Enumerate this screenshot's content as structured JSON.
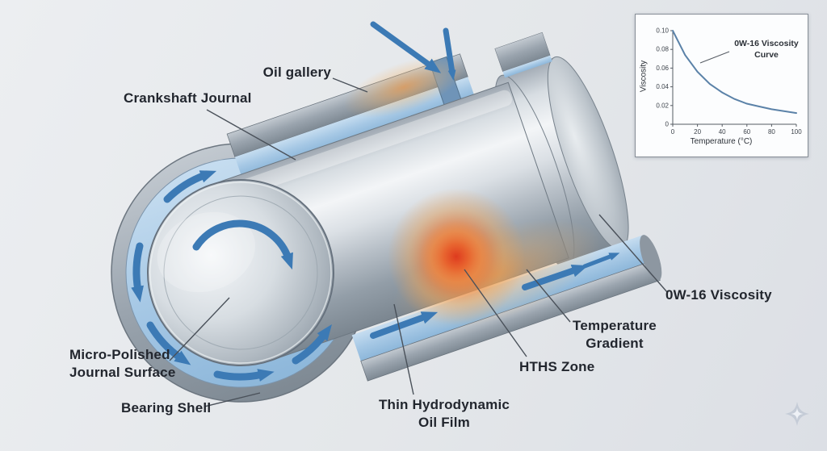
{
  "diagram": {
    "title_semantic": "Crankshaft journal bearing lubrication diagram",
    "labels": {
      "oil_gallery": "Oil gallery",
      "crankshaft_journal": "Crankshaft Journal",
      "micro_polished_1": "Micro-Polished",
      "micro_polished_2": "Journal Surface",
      "bearing_shell": "Bearing Shell",
      "oil_film_1": "Thin Hydrodynamic",
      "oil_film_2": "Oil Film",
      "hths_zone": "HTHS Zone",
      "temp_gradient_1": "Temperature",
      "temp_gradient_2": "Gradient",
      "viscosity": "0W-16 Viscosity"
    },
    "colors": {
      "background": "#e4e7ea",
      "oil_arrow_blue": "#3c7ab5",
      "oil_film_blue": "#a6c8e5",
      "hot_core_red": "#de3a1e",
      "warm_orange": "#f49c48",
      "metal_gray": "#c4ccd3",
      "shell_gray": "#9aa4ae",
      "panel_border": "#868d96",
      "curve_blue": "#5b82a8"
    }
  },
  "chart_data": {
    "type": "line",
    "title": "",
    "xlabel": "Temperature (°C)",
    "ylabel": "Viscosity",
    "xlim": [
      0,
      100
    ],
    "ylim": [
      0,
      0.1
    ],
    "x_ticks": [
      0,
      20,
      40,
      60,
      80,
      100
    ],
    "y_ticks": [
      0.1,
      0.08,
      0.06,
      0.04,
      0.02,
      0
    ],
    "grid": false,
    "legend": "none",
    "annotation": "0W-16 Viscosity Curve",
    "annotation_lines": [
      "0W-16 Viscosity",
      "Curve"
    ],
    "line_color": "#5b82a8",
    "series": [
      {
        "name": "0W-16 Viscosity Curve",
        "x": [
          0,
          10,
          20,
          30,
          40,
          50,
          60,
          70,
          80,
          90,
          100
        ],
        "y": [
          0.1,
          0.074,
          0.056,
          0.043,
          0.034,
          0.027,
          0.022,
          0.019,
          0.016,
          0.014,
          0.012
        ]
      }
    ]
  }
}
